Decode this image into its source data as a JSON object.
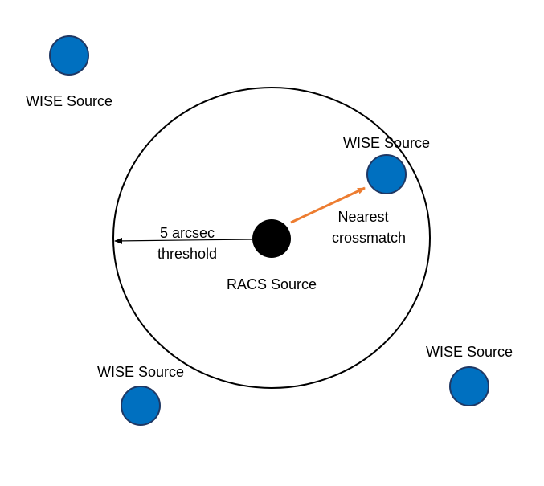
{
  "colors": {
    "wise_fill": "#0070c0",
    "wise_stroke": "#1f3864",
    "racs_fill": "#000000",
    "circle_stroke": "#000000",
    "crossmatch_arrow": "#ed7d31",
    "threshold_arrow": "#000000"
  },
  "labels": {
    "wise_top_left": "WISE Source",
    "wise_inside": "WISE Source",
    "wise_bottom_left": "WISE Source",
    "wise_right": "WISE Source",
    "racs": "RACS Source",
    "threshold_line1": "5 arcsec",
    "threshold_line2": "threshold",
    "crossmatch_line1": "Nearest",
    "crossmatch_line2": "crossmatch"
  }
}
